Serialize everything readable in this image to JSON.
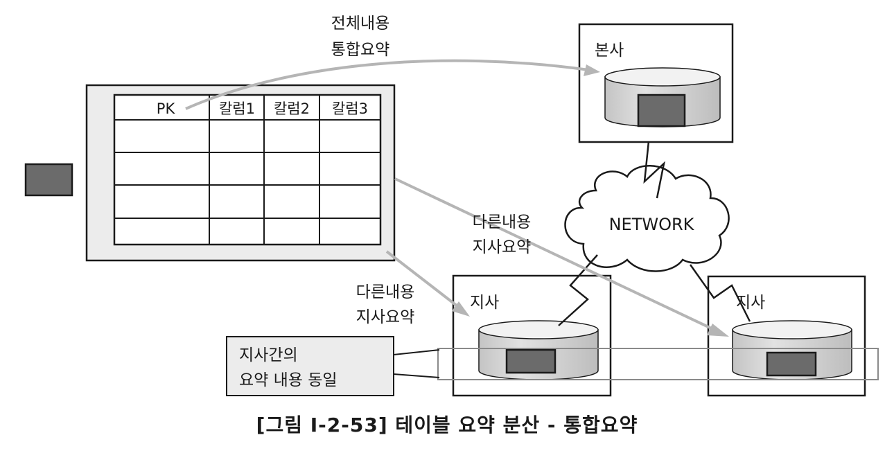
{
  "labels": {
    "integrated_line1": "전체내용",
    "integrated_line2": "통합요약",
    "hq": "본사",
    "branch_left": "지사",
    "branch_right": "지사",
    "diff_upper_line1": "다른내용",
    "diff_upper_line2": "지사요약",
    "diff_lower_line1": "다른내용",
    "diff_lower_line2": "지사요약",
    "network": "NETWORK",
    "note_line1": "지사간의",
    "note_line2": "요약 내용 동일"
  },
  "table": {
    "headers": [
      "PK",
      "칼럼1",
      "칼럼2",
      "칼럼3"
    ],
    "empty_rows": 4
  },
  "caption": "[그림 Ⅰ-2-53] 테이블 요약 분산 - 통합요약",
  "colors": {
    "arrow": "#b5b5b5",
    "panel_fill": "#ececec",
    "block_fill": "#6b6b6b",
    "cylinder_fill": "#d4d4d4",
    "note_fill": "#ececec"
  }
}
